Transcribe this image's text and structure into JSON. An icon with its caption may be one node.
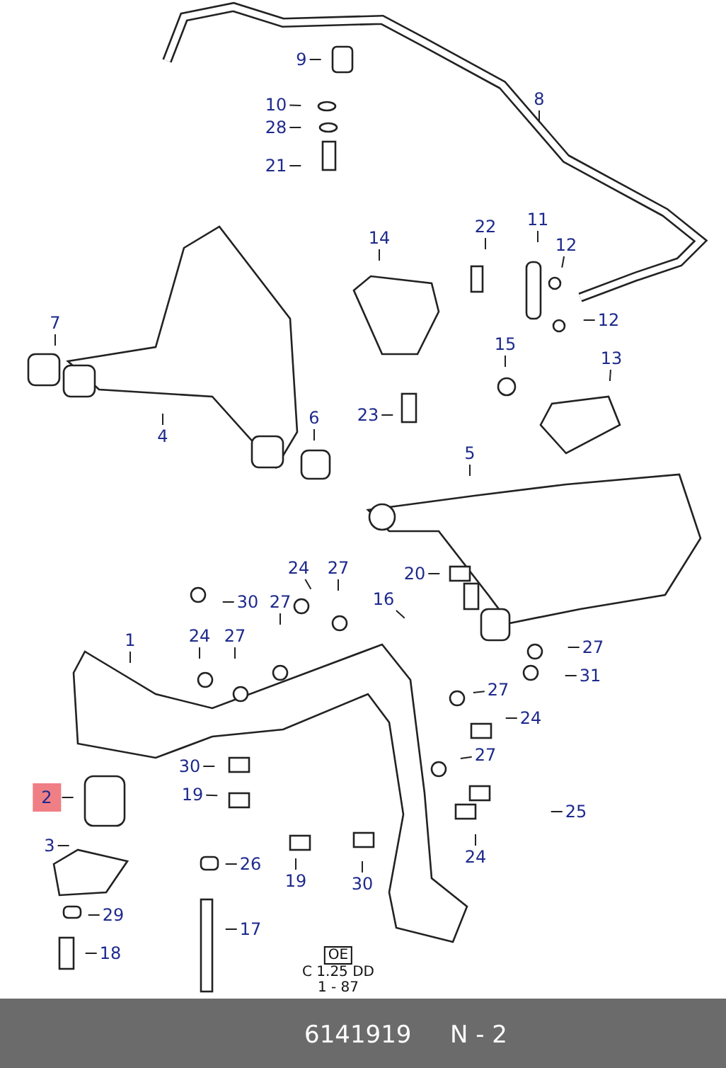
{
  "diagram": {
    "nodes": [
      {
        "text": [
          "9"
        ]
      },
      {
        "text": [
          "10"
        ]
      },
      {
        "text": [
          "28"
        ]
      },
      {
        "text": [
          "21"
        ]
      },
      {
        "text": [
          "8"
        ]
      },
      {
        "text": [
          "14"
        ]
      },
      {
        "text": [
          "22"
        ]
      },
      {
        "text": [
          "11"
        ]
      },
      {
        "text": [
          "12"
        ]
      },
      {
        "text": [
          "12"
        ]
      },
      {
        "text": [
          "15"
        ]
      },
      {
        "text": [
          "13"
        ]
      },
      {
        "text": [
          "7"
        ]
      },
      {
        "text": [
          "4"
        ]
      },
      {
        "text": [
          "6"
        ]
      },
      {
        "text": [
          "23"
        ]
      },
      {
        "text": [
          "5"
        ]
      },
      {
        "text": [
          "20"
        ]
      },
      {
        "text": [
          "16"
        ]
      },
      {
        "text": [
          "24"
        ]
      },
      {
        "text": [
          "27"
        ]
      },
      {
        "text": [
          "30"
        ]
      },
      {
        "text": [
          "27"
        ]
      },
      {
        "text": [
          "24"
        ]
      },
      {
        "text": [
          "27"
        ]
      },
      {
        "text": [
          "1"
        ]
      },
      {
        "text": [
          "27"
        ]
      },
      {
        "text": [
          "31"
        ]
      },
      {
        "text": [
          "27"
        ]
      },
      {
        "text": [
          "24"
        ]
      },
      {
        "text": [
          "27"
        ]
      },
      {
        "text": [
          "25"
        ]
      },
      {
        "text": [
          "30"
        ]
      },
      {
        "text": [
          "19"
        ]
      },
      {
        "text": [
          "24"
        ]
      },
      {
        "text": [
          "2"
        ]
      },
      {
        "text": [
          "3"
        ]
      },
      {
        "text": [
          "26"
        ]
      },
      {
        "text": [
          "29"
        ]
      },
      {
        "text": [
          "17"
        ]
      },
      {
        "text": [
          "19"
        ]
      },
      {
        "text": [
          "30"
        ]
      },
      {
        "text": [
          "18"
        ]
      }
    ],
    "edges": [
      {
        "from": 0,
        "to": null,
        "arrow": "none"
      },
      {
        "from": 1,
        "to": null,
        "arrow": "none"
      },
      {
        "from": 2,
        "to": null,
        "arrow": "none"
      },
      {
        "from": 3,
        "to": null,
        "arrow": "none"
      },
      {
        "from": 4,
        "to": null,
        "arrow": "none"
      },
      {
        "from": 5,
        "to": null,
        "arrow": "none"
      },
      {
        "from": 6,
        "to": null,
        "arrow": "none"
      },
      {
        "from": 7,
        "to": null,
        "arrow": "none"
      },
      {
        "from": 8,
        "to": null,
        "arrow": "none"
      },
      {
        "from": 9,
        "to": null,
        "arrow": "none"
      },
      {
        "from": 10,
        "to": null,
        "arrow": "none"
      },
      {
        "from": 11,
        "to": null,
        "arrow": "none"
      },
      {
        "from": 12,
        "to": null,
        "arrow": "none"
      },
      {
        "from": 13,
        "to": null,
        "arrow": "none"
      },
      {
        "from": 14,
        "to": null,
        "arrow": "none"
      },
      {
        "from": 15,
        "to": null,
        "arrow": "none"
      },
      {
        "from": 16,
        "to": null,
        "arrow": "none"
      },
      {
        "from": 17,
        "to": null,
        "arrow": "none"
      },
      {
        "from": 18,
        "to": null,
        "arrow": "none"
      },
      {
        "from": 19,
        "to": null,
        "arrow": "none"
      },
      {
        "from": 20,
        "to": null,
        "arrow": "none"
      },
      {
        "from": 21,
        "to": null,
        "arrow": "none"
      },
      {
        "from": 22,
        "to": null,
        "arrow": "none"
      },
      {
        "from": 23,
        "to": null,
        "arrow": "none"
      },
      {
        "from": 24,
        "to": null,
        "arrow": "none"
      },
      {
        "from": 25,
        "to": null,
        "arrow": "none"
      },
      {
        "from": 26,
        "to": null,
        "arrow": "none"
      },
      {
        "from": 27,
        "to": null,
        "arrow": "none"
      },
      {
        "from": 28,
        "to": null,
        "arrow": "none"
      },
      {
        "from": 29,
        "to": null,
        "arrow": "none"
      },
      {
        "from": 30,
        "to": null,
        "arrow": "none"
      },
      {
        "from": 31,
        "to": null,
        "arrow": "none"
      },
      {
        "from": 32,
        "to": null,
        "arrow": "none"
      },
      {
        "from": 33,
        "to": null,
        "arrow": "none"
      },
      {
        "from": 34,
        "to": null,
        "arrow": "none"
      },
      {
        "from": 35,
        "to": null,
        "arrow": "none"
      },
      {
        "from": 36,
        "to": null,
        "arrow": "none"
      },
      {
        "from": 37,
        "to": null,
        "arrow": "none"
      },
      {
        "from": 38,
        "to": null,
        "arrow": "none"
      },
      {
        "from": 39,
        "to": null,
        "arrow": "none"
      },
      {
        "from": 40,
        "to": null,
        "arrow": "none"
      },
      {
        "from": 41,
        "to": null,
        "arrow": "none"
      },
      {
        "from": 42,
        "to": null,
        "arrow": "none"
      }
    ],
    "labels": [
      "OE",
      "C 1.25 DD",
      "1 - 87",
      "6141919",
      "N - 2"
    ]
  }
}
